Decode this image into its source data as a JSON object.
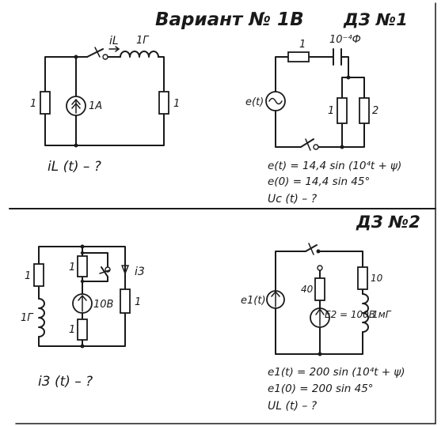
{
  "header": {
    "title": "Вариант № 1В",
    "task1_label": "ДЗ №1",
    "task2_label": "ДЗ №2"
  },
  "task1": {
    "circuit_a": {
      "left_resistor": "1",
      "current_source": "1А",
      "inductor_current": "iL",
      "inductor": "1Г",
      "right_resistor": "1",
      "question": "iL (t) – ?"
    },
    "circuit_b": {
      "resistor_top": "1",
      "capacitor": "10⁻⁴Ф",
      "source": "e(t)",
      "resistor_1": "1",
      "resistor_2": "2",
      "eq1": "e(t) = 14,4 sin (10⁴t + ψ)",
      "eq2": "e(0) = 14,4 sin 45°",
      "question": "Uc (t) – ?"
    }
  },
  "task2": {
    "circuit_c": {
      "left_resistor": "1",
      "inductor": "1Г",
      "mid_top_resistor": "1",
      "source": "10В",
      "mid_bottom_resistor": "1",
      "current": "i3",
      "right_resistor": "1",
      "question": "i3 (t) – ?"
    },
    "circuit_d": {
      "source1": "e1(t)",
      "resistor_mid": "40",
      "source2": "E2 = 100В",
      "resistor_right": "10",
      "inductor": "1мГ",
      "eq1": "e1(t) = 200 sin (10⁴t + ψ)",
      "eq2": "e1(0) = 200 sin 45°",
      "question": "UL (t) – ?"
    }
  }
}
